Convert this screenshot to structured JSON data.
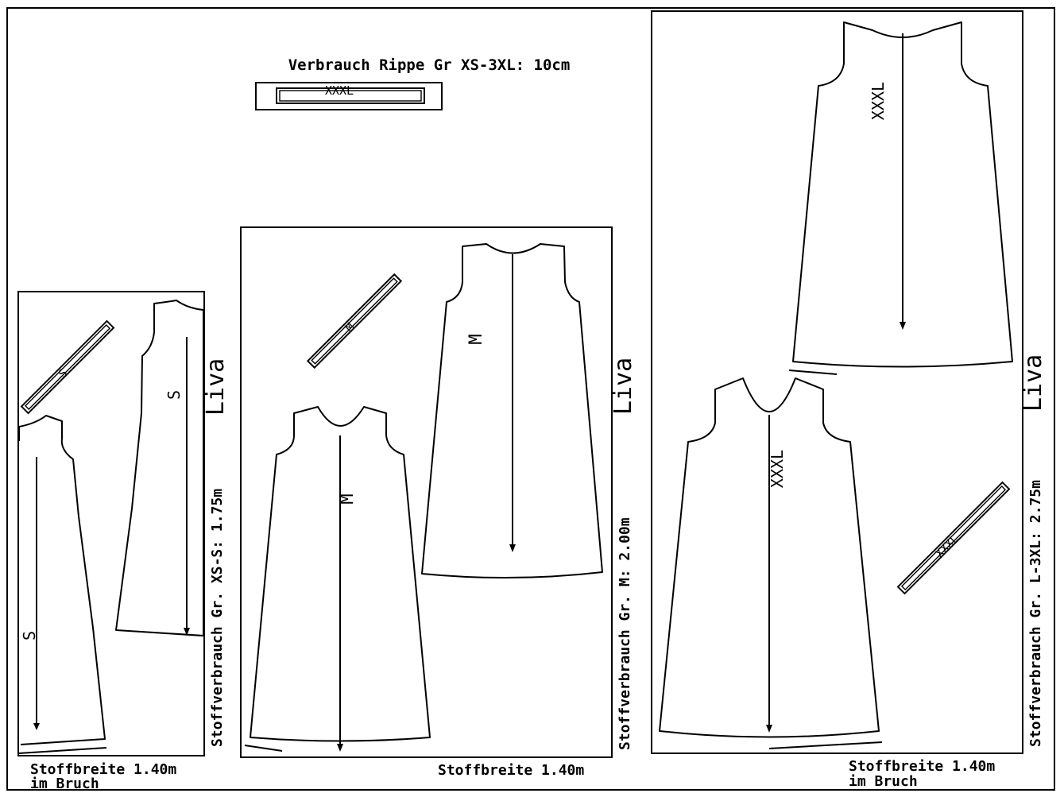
{
  "header": {
    "rib_usage": "Verbrauch Rippe Gr XS-3XL: 10cm",
    "rib_size": "XXXL"
  },
  "layouts": [
    {
      "id": "xs-s",
      "usage": "Stoffverbrauch Gr. XS-S: 1.75m",
      "brand": "Liva",
      "width": "Stoffbreite 1.40m",
      "fold": "im Bruch",
      "size_label": "S",
      "band_label": "S"
    },
    {
      "id": "m",
      "usage": "Stoffverbrauch Gr. M: 2.00m",
      "brand": "Liva",
      "width": "Stoffbreite 1.40m",
      "fold": "",
      "size_label": "M",
      "band_label": "M"
    },
    {
      "id": "l-3xl",
      "usage": "Stoffverbrauch Gr. L-3XL: 2.75m",
      "brand": "Liva",
      "width": "Stoffbreite 1.40m",
      "fold": "im Bruch",
      "size_label": "XXXL",
      "band_label": "XXXL"
    }
  ]
}
